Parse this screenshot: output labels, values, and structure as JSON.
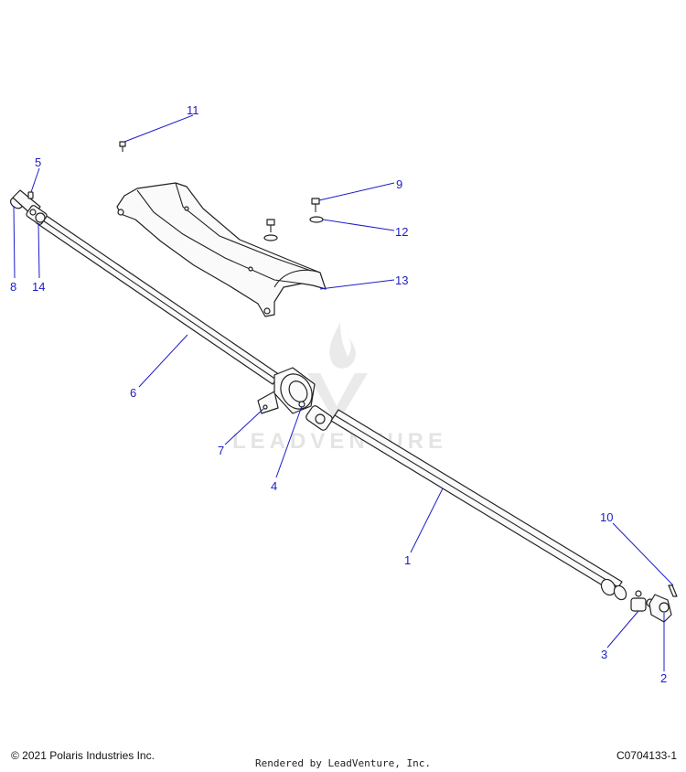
{
  "callouts": {
    "c1": "1",
    "c2": "2",
    "c3": "3",
    "c4": "4",
    "c5": "5",
    "c6": "6",
    "c7": "7",
    "c8": "8",
    "c9": "9",
    "c10": "10",
    "c11": "11",
    "c12": "12",
    "c13": "13",
    "c14": "14"
  },
  "watermark": {
    "text": "LEADVENTURE"
  },
  "footer": {
    "copyright": "© 2021 Polaris Industries Inc.",
    "rendered_by": "Rendered by LeadVenture, Inc.",
    "figure_id": "C0704133-1"
  },
  "colors": {
    "callout": "#1c1cc8",
    "line_art": "#222222",
    "watermark": "#e2e2e2"
  }
}
